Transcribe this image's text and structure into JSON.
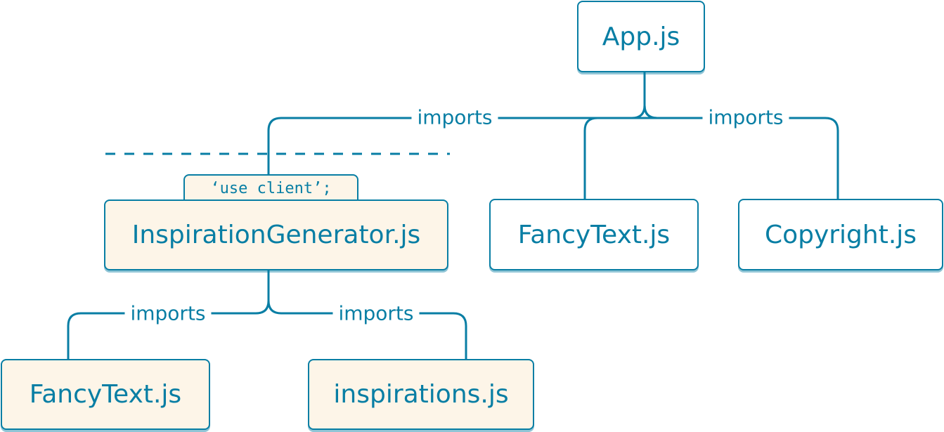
{
  "nodes": {
    "app": "App.js",
    "inspiration_generator": "InspirationGenerator.js",
    "fancy_text_server": "FancyText.js",
    "copyright": "Copyright.js",
    "fancy_text_client": "FancyText.js",
    "inspirations": "inspirations.js"
  },
  "directive": "‘use client’;",
  "edges": {
    "app_to_inspiration_generator": "imports",
    "app_to_copyright": "imports",
    "inspiration_generator_to_fancy_text": "imports",
    "inspiration_generator_to_inspirations": "imports"
  },
  "colors": {
    "accent": "#087ea4",
    "client_fill": "#fdf5e8",
    "server_fill": "#ffffff"
  }
}
